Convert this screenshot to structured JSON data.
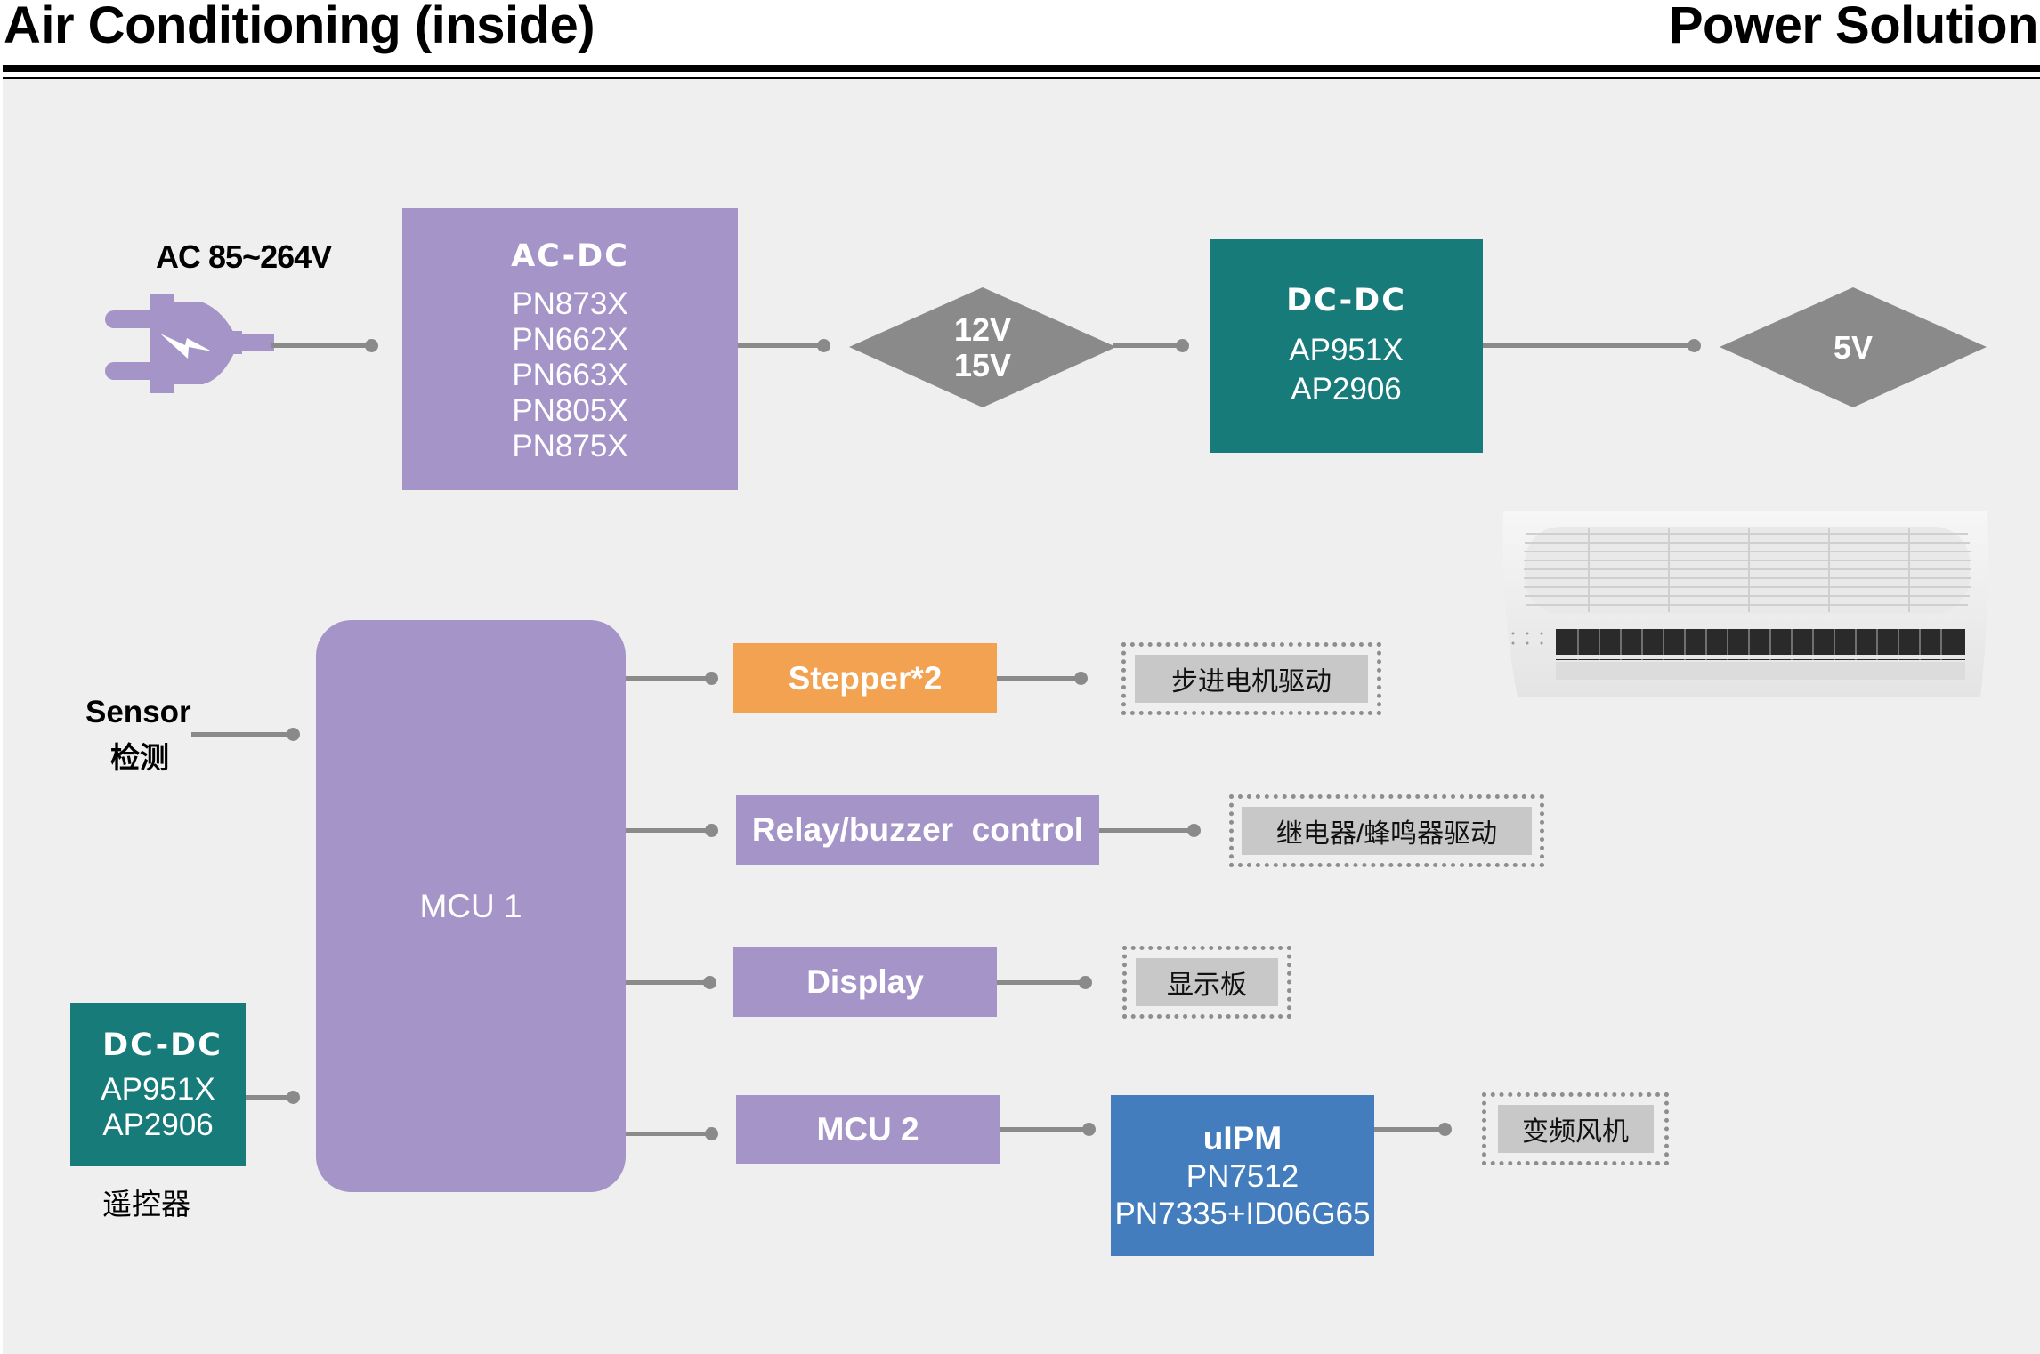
{
  "header": {
    "title_left": "Air Conditioning (inside)",
    "title_right": "Power Solution"
  },
  "input": {
    "label": "AC 85~264V",
    "icon": "power-plug-icon"
  },
  "acdc": {
    "heading": "AC-DC",
    "parts": [
      "PN873X",
      "PN662X",
      "PN663X",
      "PN805X",
      "PN875X"
    ]
  },
  "rail_high": {
    "lines": [
      "12V",
      "15V"
    ]
  },
  "dcdc_top": {
    "heading": "DC-DC",
    "parts": [
      "AP951X",
      "AP2906"
    ]
  },
  "rail_low": {
    "label": "5V"
  },
  "product_image": "air-conditioner-indoor-unit",
  "sensor": {
    "label_en": "Sensor",
    "label_cn": "检测"
  },
  "mcu1": {
    "label": "MCU 1"
  },
  "dcdc_bottom": {
    "heading": "DC-DC",
    "parts": [
      "AP951X",
      "AP2906"
    ],
    "caption": "遥控器"
  },
  "outputs": [
    {
      "label": "Stepper*2",
      "target": "步进电机驱动"
    },
    {
      "label": "Relay/buzzer  control",
      "target": "继电器/蜂鸣器驱动"
    },
    {
      "label": "Display",
      "target": "显示板"
    },
    {
      "label": "MCU 2",
      "target": ""
    }
  ],
  "uipm": {
    "heading": "uIPM",
    "parts": [
      "PN7512",
      "PN7335+ID06G65"
    ],
    "target": "变频风机"
  },
  "colors": {
    "purple": "#a594c8",
    "teal": "#177b7a",
    "orange": "#f2a250",
    "blue": "#437dbd",
    "connector": "#8a8a8a",
    "background": "#efefef"
  }
}
